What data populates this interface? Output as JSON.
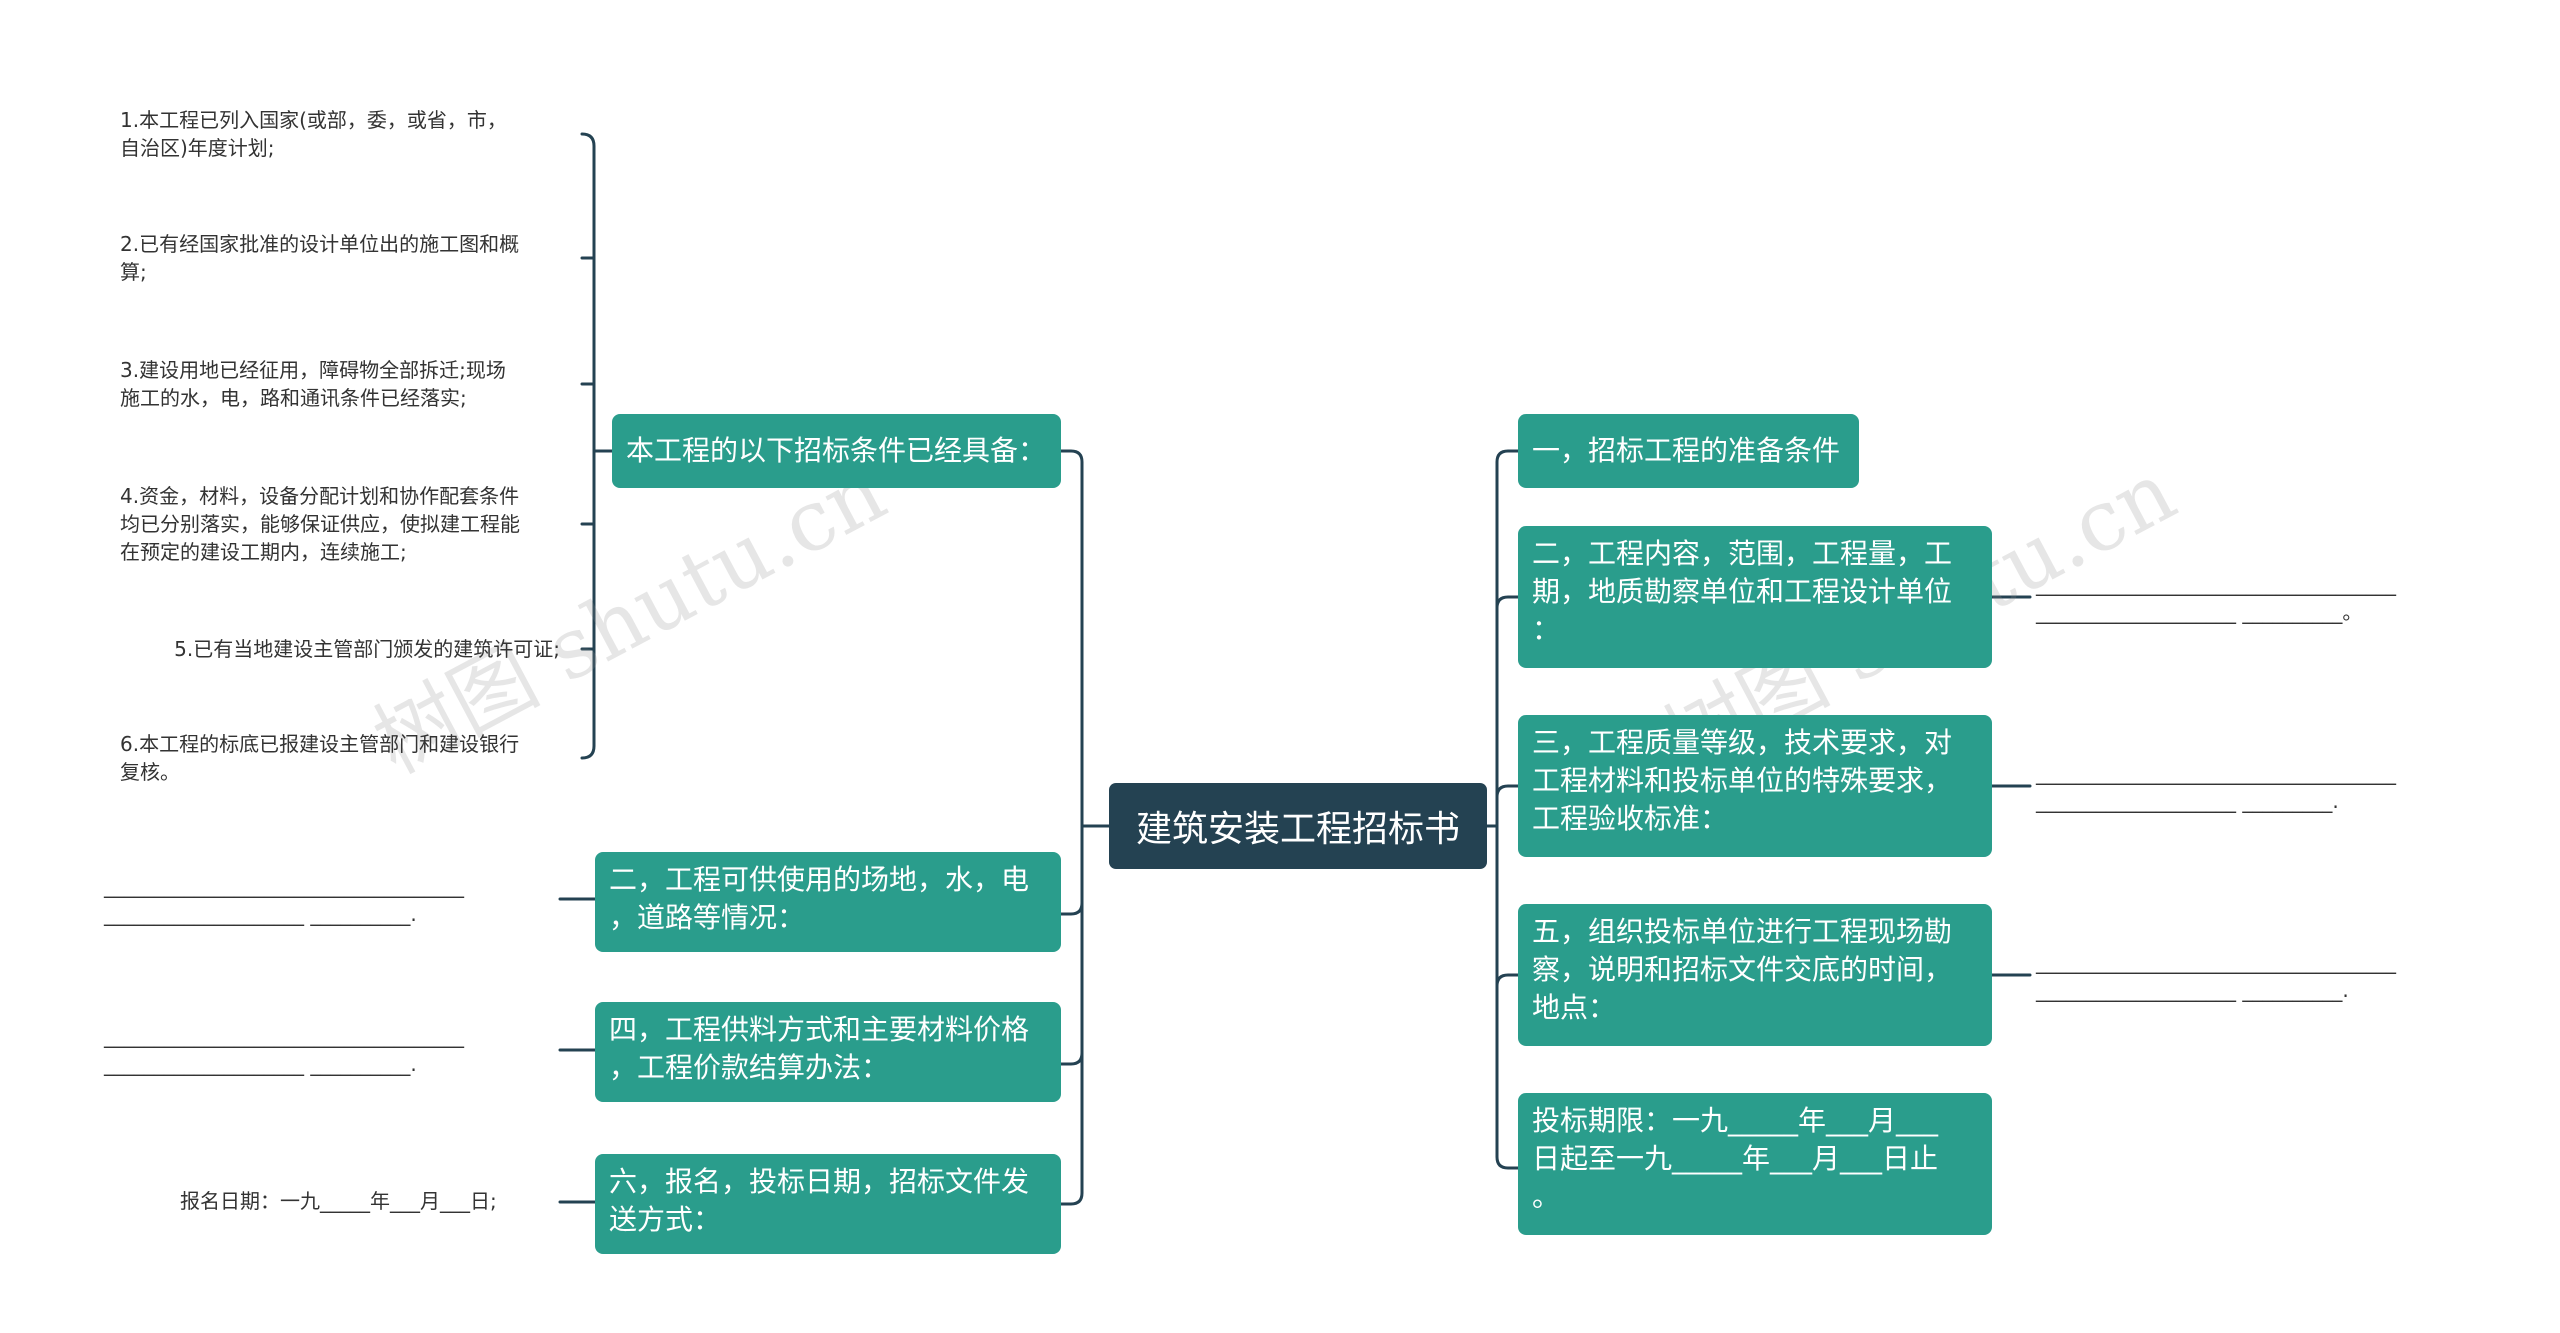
{
  "root": {
    "title": "建筑安装工程招标书"
  },
  "left": {
    "conditions": {
      "label": "本工程的以下招标条件已经具备：",
      "items": [
        "1.本工程已列入国家(或部，委，或省，市，\n自治区)年度计划;",
        "2.已有经国家批准的设计单位出的施工图和概\n算;",
        "3.建设用地已经征用，障碍物全部拆迁;现场\n施工的水，电，路和通讯条件已经落实;",
        "4.资金，材料，设备分配计划和协作配套条件\n均已分别落实，能够保证供应，使拟建工程能\n在预定的建设工期内，连续施工;",
        "5.已有当地建设主管部门颁发的建筑许可证;",
        "6.本工程的标底已报建设主管部门和建设银行\n复核。"
      ]
    },
    "site": {
      "label": "二，工程可供使用的场地，水，电\n，道路等情况：",
      "fill": "____________________________________\n____________________ __________."
    },
    "supply": {
      "label": "四，工程供料方式和主要材料价格\n，工程价款结算办法：",
      "fill": "____________________________________\n____________________ __________."
    },
    "registration": {
      "label": "六，报名，投标日期，招标文件发\n送方式：",
      "fill": "报名日期：一九_____年___月___日;"
    }
  },
  "right": {
    "prep": {
      "label": "一，招标工程的准备条件"
    },
    "scope": {
      "label": "二，工程内容，范围，工程量，工\n期，地质勘察单位和工程设计单位\n：",
      "fill": "____________________________________\n____________________ __________。"
    },
    "quality": {
      "label": "三，工程质量等级，技术要求，对\n工程材料和投标单位的特殊要求，\n工程验收标准：",
      "fill": "____________________________________\n____________________ _________."
    },
    "survey": {
      "label": "五，组织投标单位进行工程现场勘\n察，说明和招标文件交底的时间，\n地点：",
      "fill": "____________________________________\n____________________ __________."
    },
    "deadline": {
      "label": "投标期限：一九_____年___月___\n日起至一九_____年___月___日止\n。"
    }
  },
  "watermark": [
    "树图 shutu.cn",
    "树图 shutu.cn"
  ],
  "colors": {
    "root": "#244252",
    "branch": "#2a9d8c",
    "line": "#244252",
    "text": "#333333"
  }
}
